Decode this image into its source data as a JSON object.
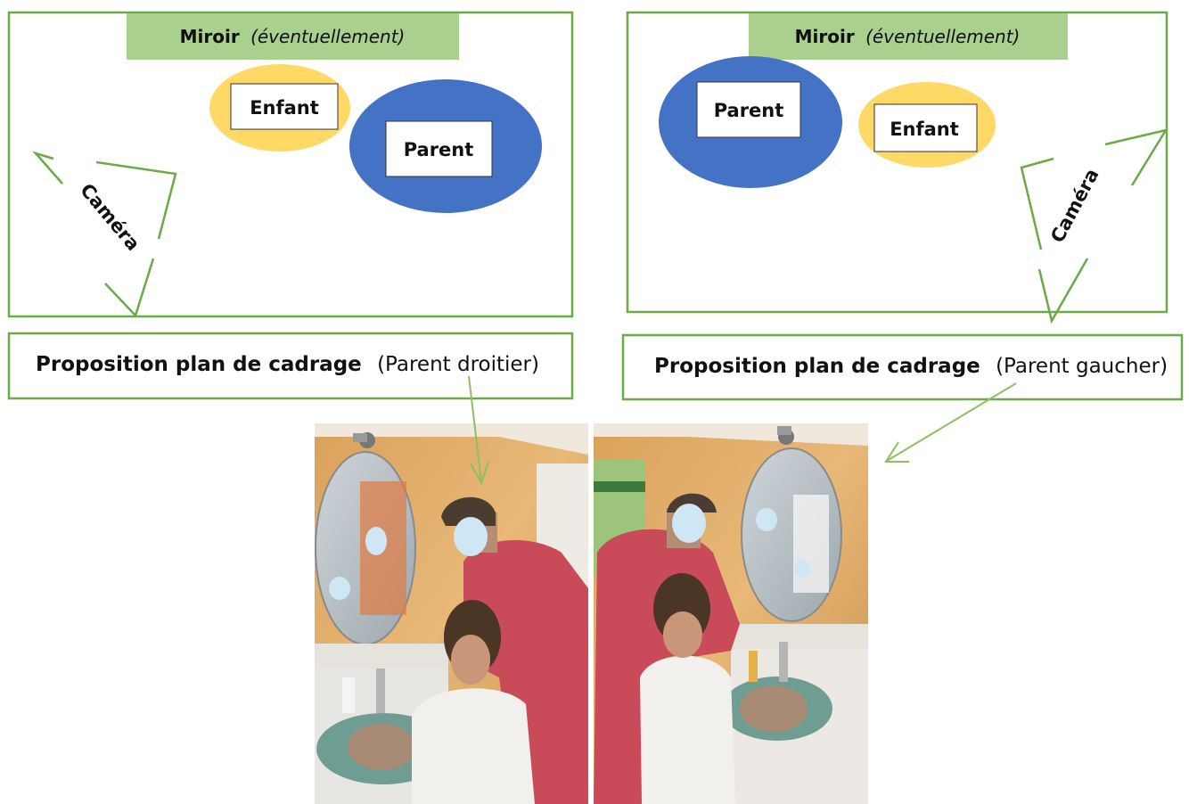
{
  "left_plan": {
    "mirror_label": "Miroir",
    "mirror_note": "(éventuellement)",
    "child_label": "Enfant",
    "parent_label": "Parent",
    "camera_label": "Caméra",
    "caption_main": "Proposition plan de cadrage",
    "caption_note": "(Parent droitier)"
  },
  "right_plan": {
    "mirror_label": "Miroir",
    "mirror_note": "(éventuellement)",
    "parent_label": "Parent",
    "child_label": "Enfant",
    "camera_label": "Caméra",
    "caption_main": "Proposition plan de cadrage",
    "caption_note": "(Parent gaucher)"
  },
  "colors": {
    "frame_green": "#6aaa48",
    "mirror_fill": "#a9d08e",
    "parent_blue": "#4472c4",
    "child_orange": "#ffd966",
    "arrow_green": "#8dc063"
  },
  "photos": [
    {
      "scene": "bathroom-right-handed-parent"
    },
    {
      "scene": "bathroom-left-handed-parent"
    }
  ]
}
